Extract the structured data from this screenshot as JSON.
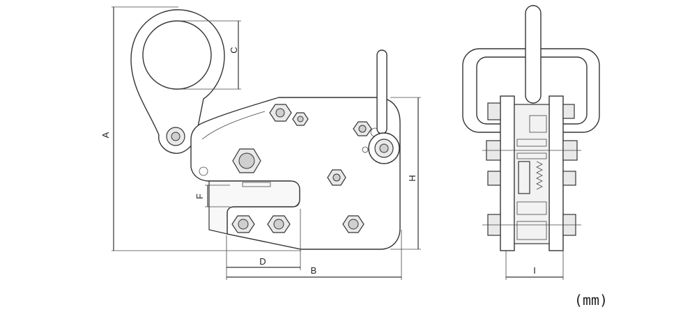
{
  "dimensions": {
    "A": "A",
    "B": "B",
    "C": "C",
    "D": "D",
    "F": "F",
    "H": "H",
    "I": "I"
  },
  "unit_label": "(mm)"
}
